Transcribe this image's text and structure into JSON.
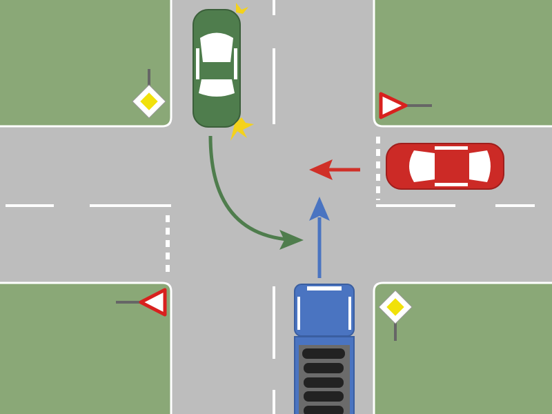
{
  "colors": {
    "grass": "#8aa877",
    "road": "#bdbdbd",
    "marking": "#ffffff",
    "green_car": "#4f7d4d",
    "red_car": "#cc2a26",
    "truck": "#4a74c1",
    "arrow_green": "#4f7d4d",
    "arrow_red": "#d03028",
    "arrow_blue": "#4a74c1",
    "sign_priority": "#f1e10a",
    "sign_yield_border": "#d8211e",
    "indicator": "#f4d21b"
  },
  "signs": [
    {
      "type": "priority-road",
      "corner": "top-left"
    },
    {
      "type": "yield",
      "corner": "top-right"
    },
    {
      "type": "yield",
      "corner": "bottom-left"
    },
    {
      "type": "priority-road",
      "corner": "bottom-right"
    }
  ],
  "vehicles": [
    {
      "type": "car",
      "color": "green",
      "heading": "south",
      "indicator": "left"
    },
    {
      "type": "car",
      "color": "red",
      "heading": "west"
    },
    {
      "type": "truck",
      "color": "blue",
      "heading": "north"
    }
  ],
  "arrows": [
    {
      "color": "green",
      "path": "turn-left-to-east"
    },
    {
      "color": "red",
      "path": "straight-west"
    },
    {
      "color": "blue",
      "path": "straight-north"
    }
  ]
}
